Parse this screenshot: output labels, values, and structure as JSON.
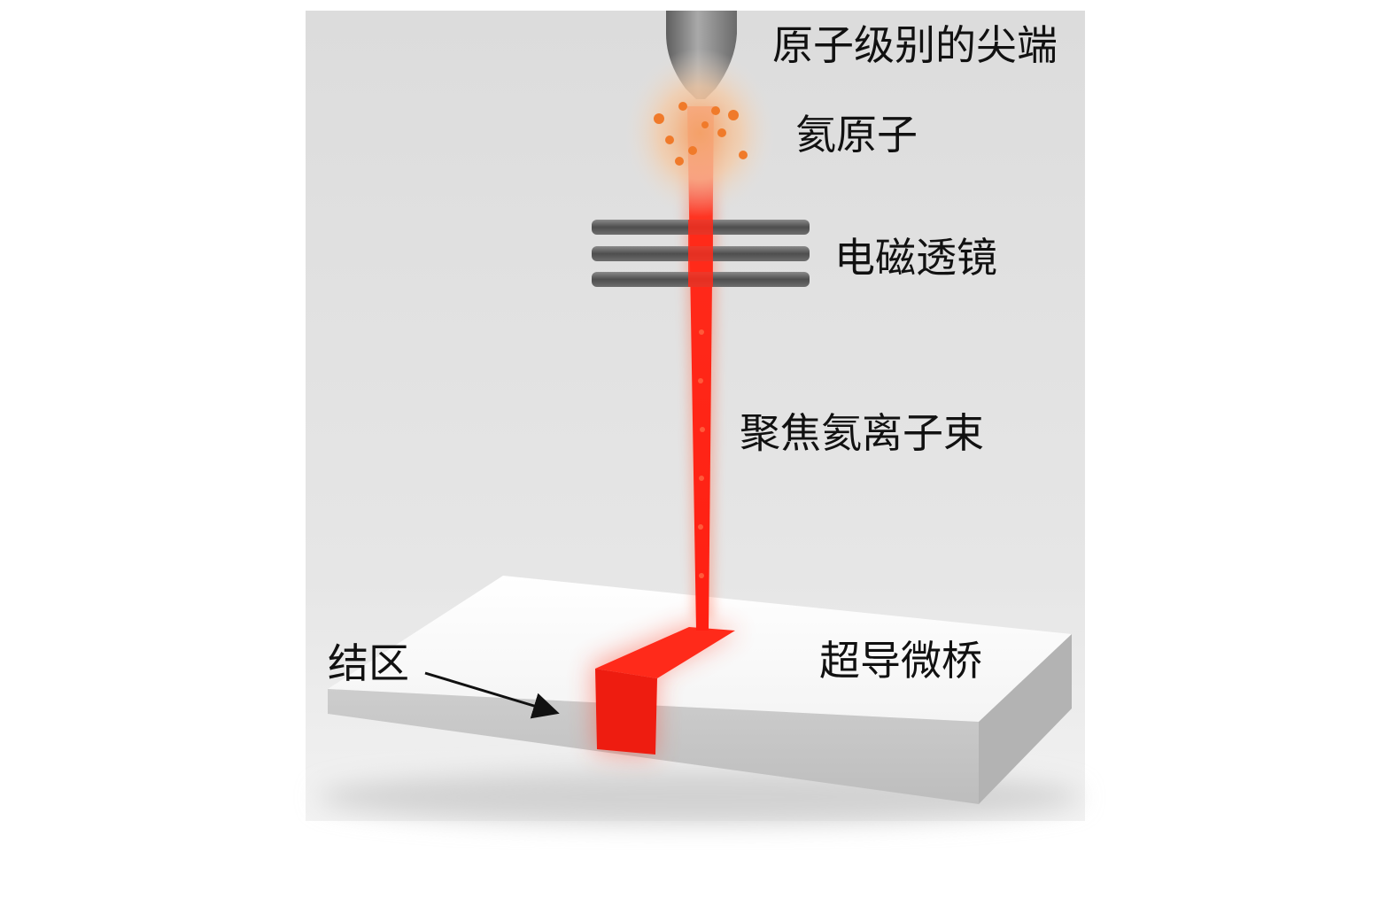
{
  "labels": {
    "tip": "原子级别的尖端",
    "helium_atoms": "氦原子",
    "em_lens": "电磁透镜",
    "focused_beam": "聚焦氦离子束",
    "junction_region": "结区",
    "microbridge": "超导微桥"
  },
  "colors": {
    "beam": "#ff2a1a",
    "background": "#e3e3e3",
    "bridge_top": "#fdfdfd",
    "bridge_side": "#c9c9c9",
    "lens": "#5f5f5f",
    "tip": "#7d7d7d",
    "atom": "#f07a2a"
  }
}
